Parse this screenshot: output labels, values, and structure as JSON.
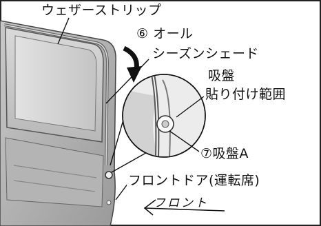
{
  "labels": {
    "weatherstrip": "ウェザーストリップ",
    "shade_line1": "⑥ オール",
    "shade_line2": "シーズンシェード",
    "suction_area_line1": "吸盤",
    "suction_area_line2": "貼り付け範囲",
    "suction_cup": "⑦吸盤A",
    "front_door": "フロントドア(運転席)",
    "front_direction": "フロント"
  }
}
